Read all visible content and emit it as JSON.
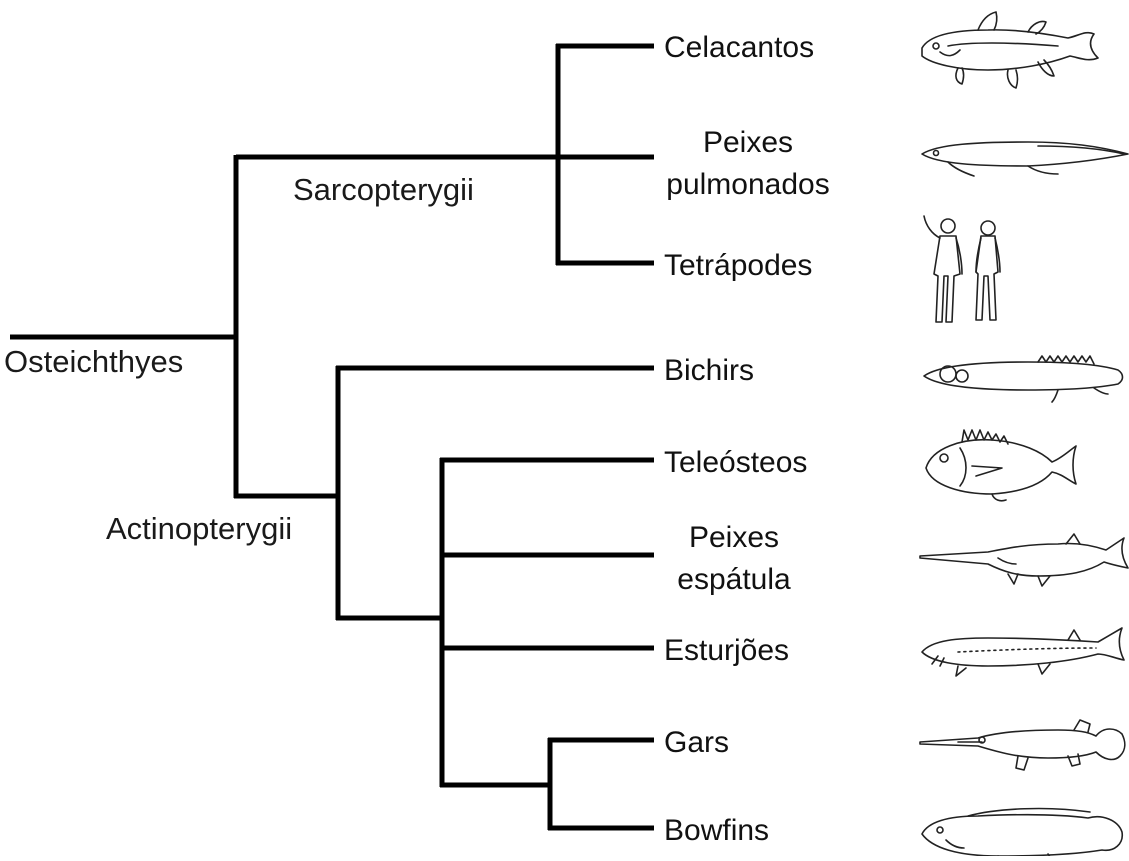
{
  "clades": {
    "osteichthyes": "Osteichthyes",
    "sarcopterygii": "Sarcopterygii",
    "actinopterygii": "Actinopterygii"
  },
  "taxa": {
    "celacantos": [
      "Celacantos"
    ],
    "peixes_pulmonados": [
      "Peixes",
      "pulmonados"
    ],
    "tetrapodes": [
      "Tetrápodes"
    ],
    "bichirs": [
      "Bichirs"
    ],
    "teleosteos": [
      "Teleósteos"
    ],
    "peixes_espatula": [
      "Peixes",
      "espátula"
    ],
    "esturjoes": [
      "Esturjões"
    ],
    "gars": [
      "Gars"
    ],
    "bowfins": [
      "Bowfins"
    ]
  },
  "illustrations": {
    "celacantos": "coelacanth-icon",
    "peixes_pulmonados": "lungfish-icon",
    "tetrapodes": "human-figures-icon",
    "bichirs": "bichir-icon",
    "teleosteos": "teleost-fish-icon",
    "peixes_espatula": "paddlefish-icon",
    "esturjoes": "sturgeon-icon",
    "gars": "gar-icon",
    "bowfins": "bowfin-icon"
  }
}
